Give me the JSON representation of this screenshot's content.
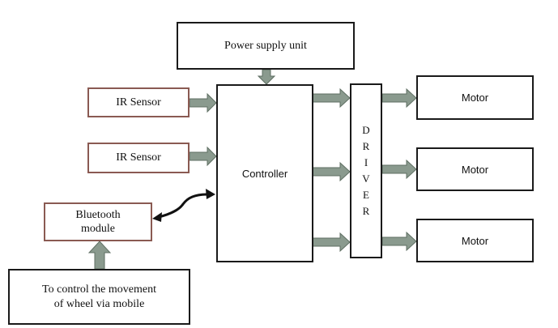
{
  "blocks": {
    "power_supply": "Power supply unit",
    "ir_sensor_1": "IR Sensor",
    "ir_sensor_2": "IR Sensor",
    "bluetooth_line1": "Bluetooth",
    "bluetooth_line2": "module",
    "mobile_line1": "To control the movement",
    "mobile_line2": "of wheel via mobile",
    "controller": "Controller",
    "driver_letters": [
      "D",
      "R",
      "I",
      "V",
      "E",
      "R"
    ],
    "motor_1": "Motor",
    "motor_2": "Motor",
    "motor_3": "Motor"
  },
  "colors": {
    "arrow_fill": "#8a9a8e",
    "arrow_stroke": "#5f6f63",
    "box_border": "#1a1a1a",
    "sensor_border": "#8a5a52"
  }
}
